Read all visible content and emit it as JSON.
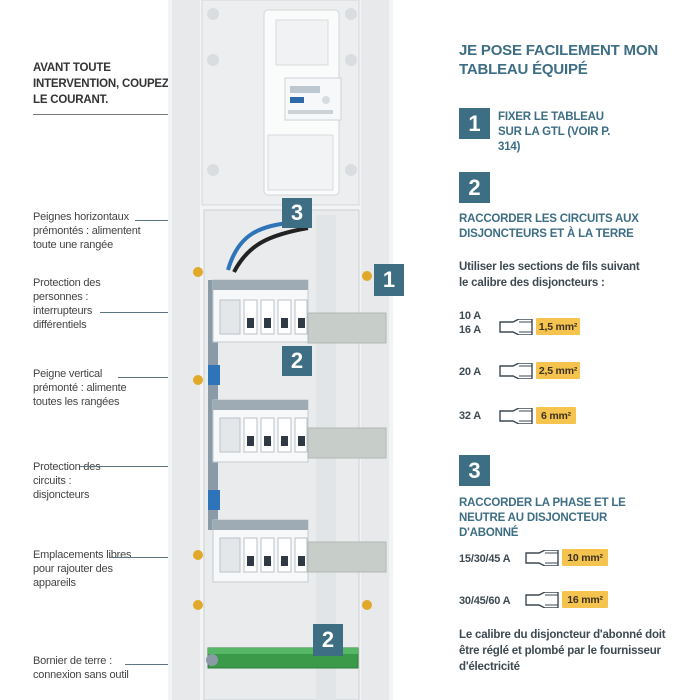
{
  "warning": "AVANT TOUTE INTERVENTION, COUPEZ LE COURANT.",
  "labels": [
    {
      "id": "peignes-horizontaux",
      "text": "Peignes horizontaux prémontés : alimentent toute une rangée"
    },
    {
      "id": "protection-personnes",
      "text": "Protection des personnes : interrupteurs différentiels"
    },
    {
      "id": "peigne-vertical",
      "text": "Peigne vertical prémonté : alimente toutes les rangées"
    },
    {
      "id": "protection-circuits",
      "text": "Protection des circuits : disjoncteurs"
    },
    {
      "id": "emplacements",
      "text": "Emplacements libres pour rajouter des appareils"
    },
    {
      "id": "bornier",
      "text": "Bornier de terre : connexion sans outil"
    }
  ],
  "diagram_badges": {
    "top": "3",
    "right": "1",
    "middle": "2",
    "bottom": "2"
  },
  "title": "JE POSE FACILEMENT MON TABLEAU ÉQUIPÉ",
  "steps": [
    {
      "num": "1",
      "text": "FIXER LE TABLEAU SUR LA GTL (VOIR P. 314)"
    },
    {
      "num": "2",
      "text": "RACCORDER LES CIRCUITS AUX DISJONCTEURS ET À LA TERRE"
    },
    {
      "num": "3",
      "text": "RACCORDER LA PHASE ET LE NEUTRE AU DISJONCTEUR D'ABONNÉ"
    }
  ],
  "step2_intro": "Utiliser les sections de fils suivant le calibre des disjoncteurs :",
  "step2_table": [
    {
      "amps": "10 A\n16 A",
      "section": "1,5 mm²"
    },
    {
      "amps": "20 A",
      "section": "2,5 mm²"
    },
    {
      "amps": "32 A",
      "section": "6 mm²"
    }
  ],
  "step3_table": [
    {
      "amps": "15/30/45 A",
      "section": "10 mm²"
    },
    {
      "amps": "30/45/60 A",
      "section": "16 mm²"
    }
  ],
  "footer": "Le calibre du disjoncteur d'abonné doit être réglé et plombé par le fournisseur d'électricité",
  "colors": {
    "accent": "#3e6e84",
    "tag": "#f5c44e",
    "text": "#3d4a52"
  }
}
